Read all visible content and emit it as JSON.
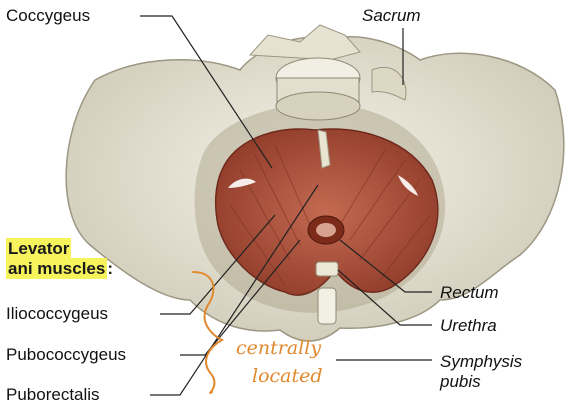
{
  "labels": {
    "coccygeus": "Coccygeus",
    "sacrum": "Sacrum",
    "levator_line1": "Levator",
    "levator_line2": "ani muscles",
    "levator_colon": ":",
    "iliococcygeus": "Iliococcygeus",
    "pubococcygeus": "Pubococcygeus",
    "puborectalis": "Puborectalis",
    "rectum": "Rectum",
    "urethra": "Urethra",
    "symphysis_line1": "Symphysis",
    "symphysis_line2": "pubis"
  },
  "annotation": {
    "line1": "centrally",
    "line2": "located"
  },
  "colors": {
    "highlight": "#f7f35c",
    "handwriting": "#e0892e",
    "bone": "#e9e6d8",
    "muscle": "#b4533e"
  }
}
